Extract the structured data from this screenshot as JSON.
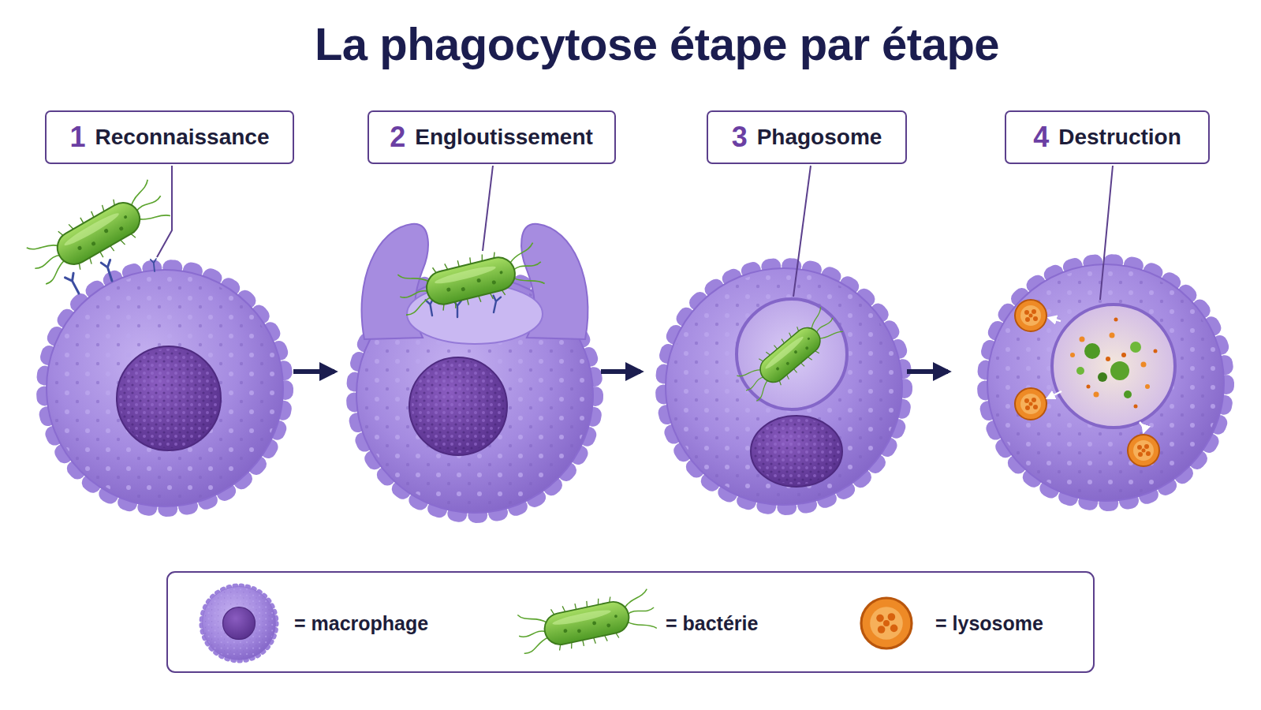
{
  "diagram": {
    "title": "La phagocytose étape par étape",
    "nodes": [
      {
        "text": [
          "1",
          "Reconnaissance"
        ]
      },
      {
        "text": [
          "2",
          "Engloutissement"
        ]
      },
      {
        "text": [
          "3",
          "Phagosome"
        ]
      },
      {
        "text": [
          "4",
          "Destruction"
        ]
      }
    ],
    "legend": [
      {
        "text": "= macrophage"
      },
      {
        "text": "= bactérie"
      },
      {
        "text": "= lysosome"
      }
    ]
  }
}
